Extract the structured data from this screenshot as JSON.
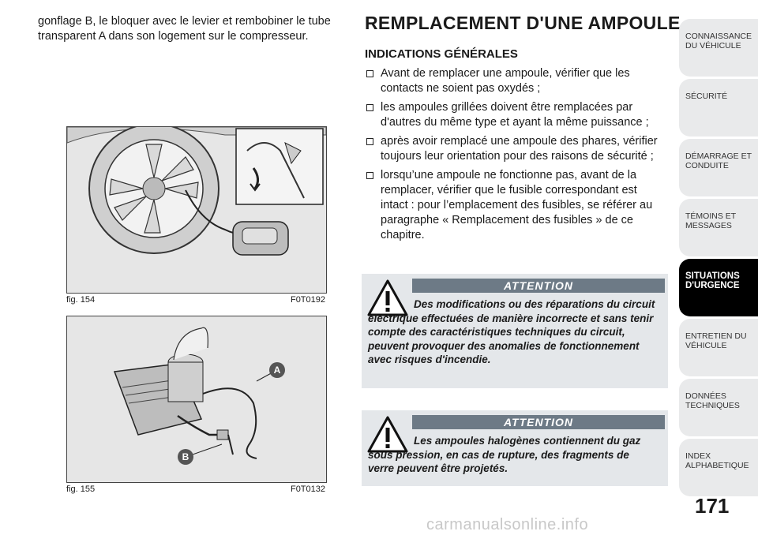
{
  "intro_text": "gonflage B, le bloquer avec le levier et rembobiner le tube transparent A dans son logement sur le compresseur.",
  "figures": [
    {
      "label": "fig. 154",
      "code": "F0T0192"
    },
    {
      "label": "fig. 155",
      "code": "F0T0132",
      "callouts": [
        "A",
        "B"
      ]
    }
  ],
  "section": {
    "title": "REMPLACEMENT D'UNE AMPOULE",
    "subtitle": "INDICATIONS GÉNÉRALES",
    "bullets": [
      "Avant de remplacer une ampoule, vérifier que les contacts ne soient pas oxydés ;",
      "les ampoules grillées doivent être remplacées par d'autres du même type et ayant la même puissance ;",
      "après avoir remplacé une ampoule des phares, vérifier toujours leur orientation pour des raisons de sécurité ;",
      "lorsqu’une ampoule ne fonctionne pas, avant de la remplacer, vérifier que le fusible correspondant est intact : pour l’emplacement des fusibles, se référer au paragraphe « Remplacement des fusibles » de ce chapitre."
    ]
  },
  "warnings": [
    {
      "heading": "ATTENTION",
      "text": "Des modifications ou des réparations du circuit électrique effectuées de manière incorrecte et sans tenir compte des caractéristiques techniques du circuit, peuvent provoquer des anomalies de fonctionnement avec risques d'incendie."
    },
    {
      "heading": "ATTENTION",
      "text": "Les ampoules halogènes contiennent du gaz sous pression, en cas de rupture, des fragments de verre peuvent être projetés."
    }
  ],
  "side_tabs": [
    {
      "label": "CONNAISSANCE DU VÉHICULE",
      "active": false
    },
    {
      "label": "SÉCURITÉ",
      "active": false
    },
    {
      "label": "DÉMARRAGE ET CONDUITE",
      "active": false
    },
    {
      "label": "TÉMOINS ET MESSAGES",
      "active": false
    },
    {
      "label": "SITUATIONS D'URGENCE",
      "active": true
    },
    {
      "label": "ENTRETIEN DU VÉHICULE",
      "active": false
    },
    {
      "label": "DONNÉES TECHNIQUES",
      "active": false
    },
    {
      "label": "INDEX ALPHABETIQUE",
      "active": false
    }
  ],
  "page_number": "171",
  "watermark": "carmanualsonline.info",
  "colors": {
    "warning_bar": "#6d7a86",
    "warning_bg": "#e4e7ea",
    "active_tab": "#000000",
    "tab_bg": "#e9eaeb"
  }
}
